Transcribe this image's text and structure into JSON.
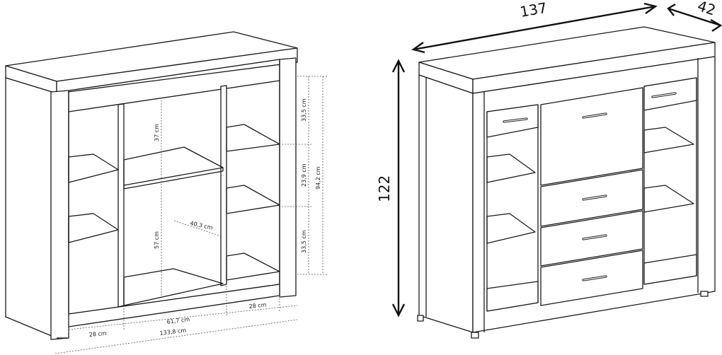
{
  "left_view": {
    "dims": {
      "shelf_height_top": "37 cm",
      "compartment_height_bottom": "57 cm",
      "compartment_depth": "40,3 cm",
      "right_top": "33,5 cm",
      "right_middle": "23,9 cm",
      "right_bottom": "33,5 cm",
      "right_total": "94,2 cm",
      "width_left": "28 cm",
      "width_center": "61,7 cm",
      "width_right": "28 cm",
      "width_total": "133,8 cm"
    }
  },
  "right_view": {
    "width": "137",
    "depth": "42",
    "height": "122"
  }
}
